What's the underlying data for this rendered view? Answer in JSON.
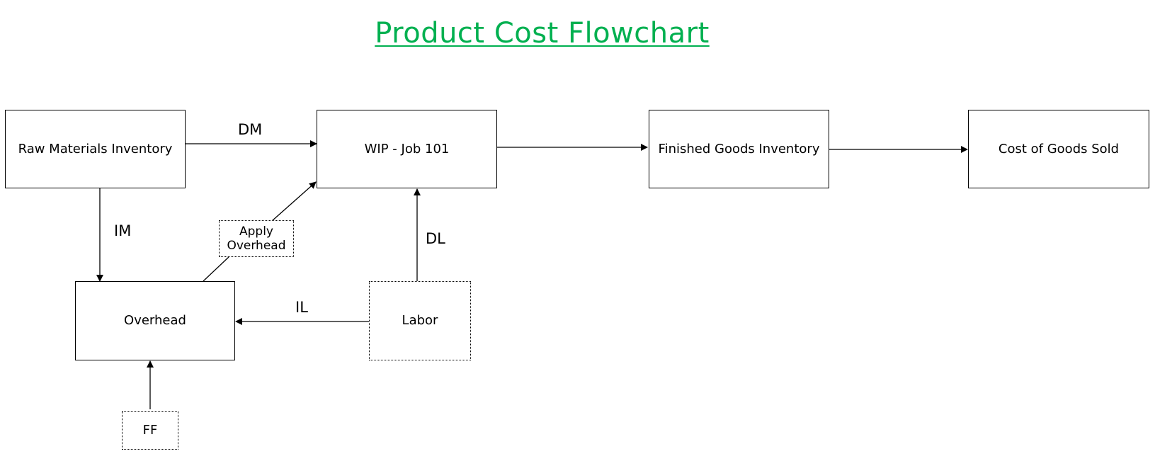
{
  "title": "Product Cost Flowchart",
  "colors": {
    "title": "#00b050",
    "line": "#000000",
    "background": "#ffffff"
  },
  "nodes": {
    "raw_materials": "Raw Materials Inventory",
    "wip": "WIP - Job 101",
    "finished_goods": "Finished Goods Inventory",
    "cogs": "Cost of Goods Sold",
    "overhead": "Overhead",
    "labor": "Labor",
    "apply_overhead_line1": "Apply",
    "apply_overhead_line2": "Overhead",
    "ff": "FF"
  },
  "flows": {
    "dm": "DM",
    "im": "IM",
    "dl": "DL",
    "il": "IL"
  }
}
